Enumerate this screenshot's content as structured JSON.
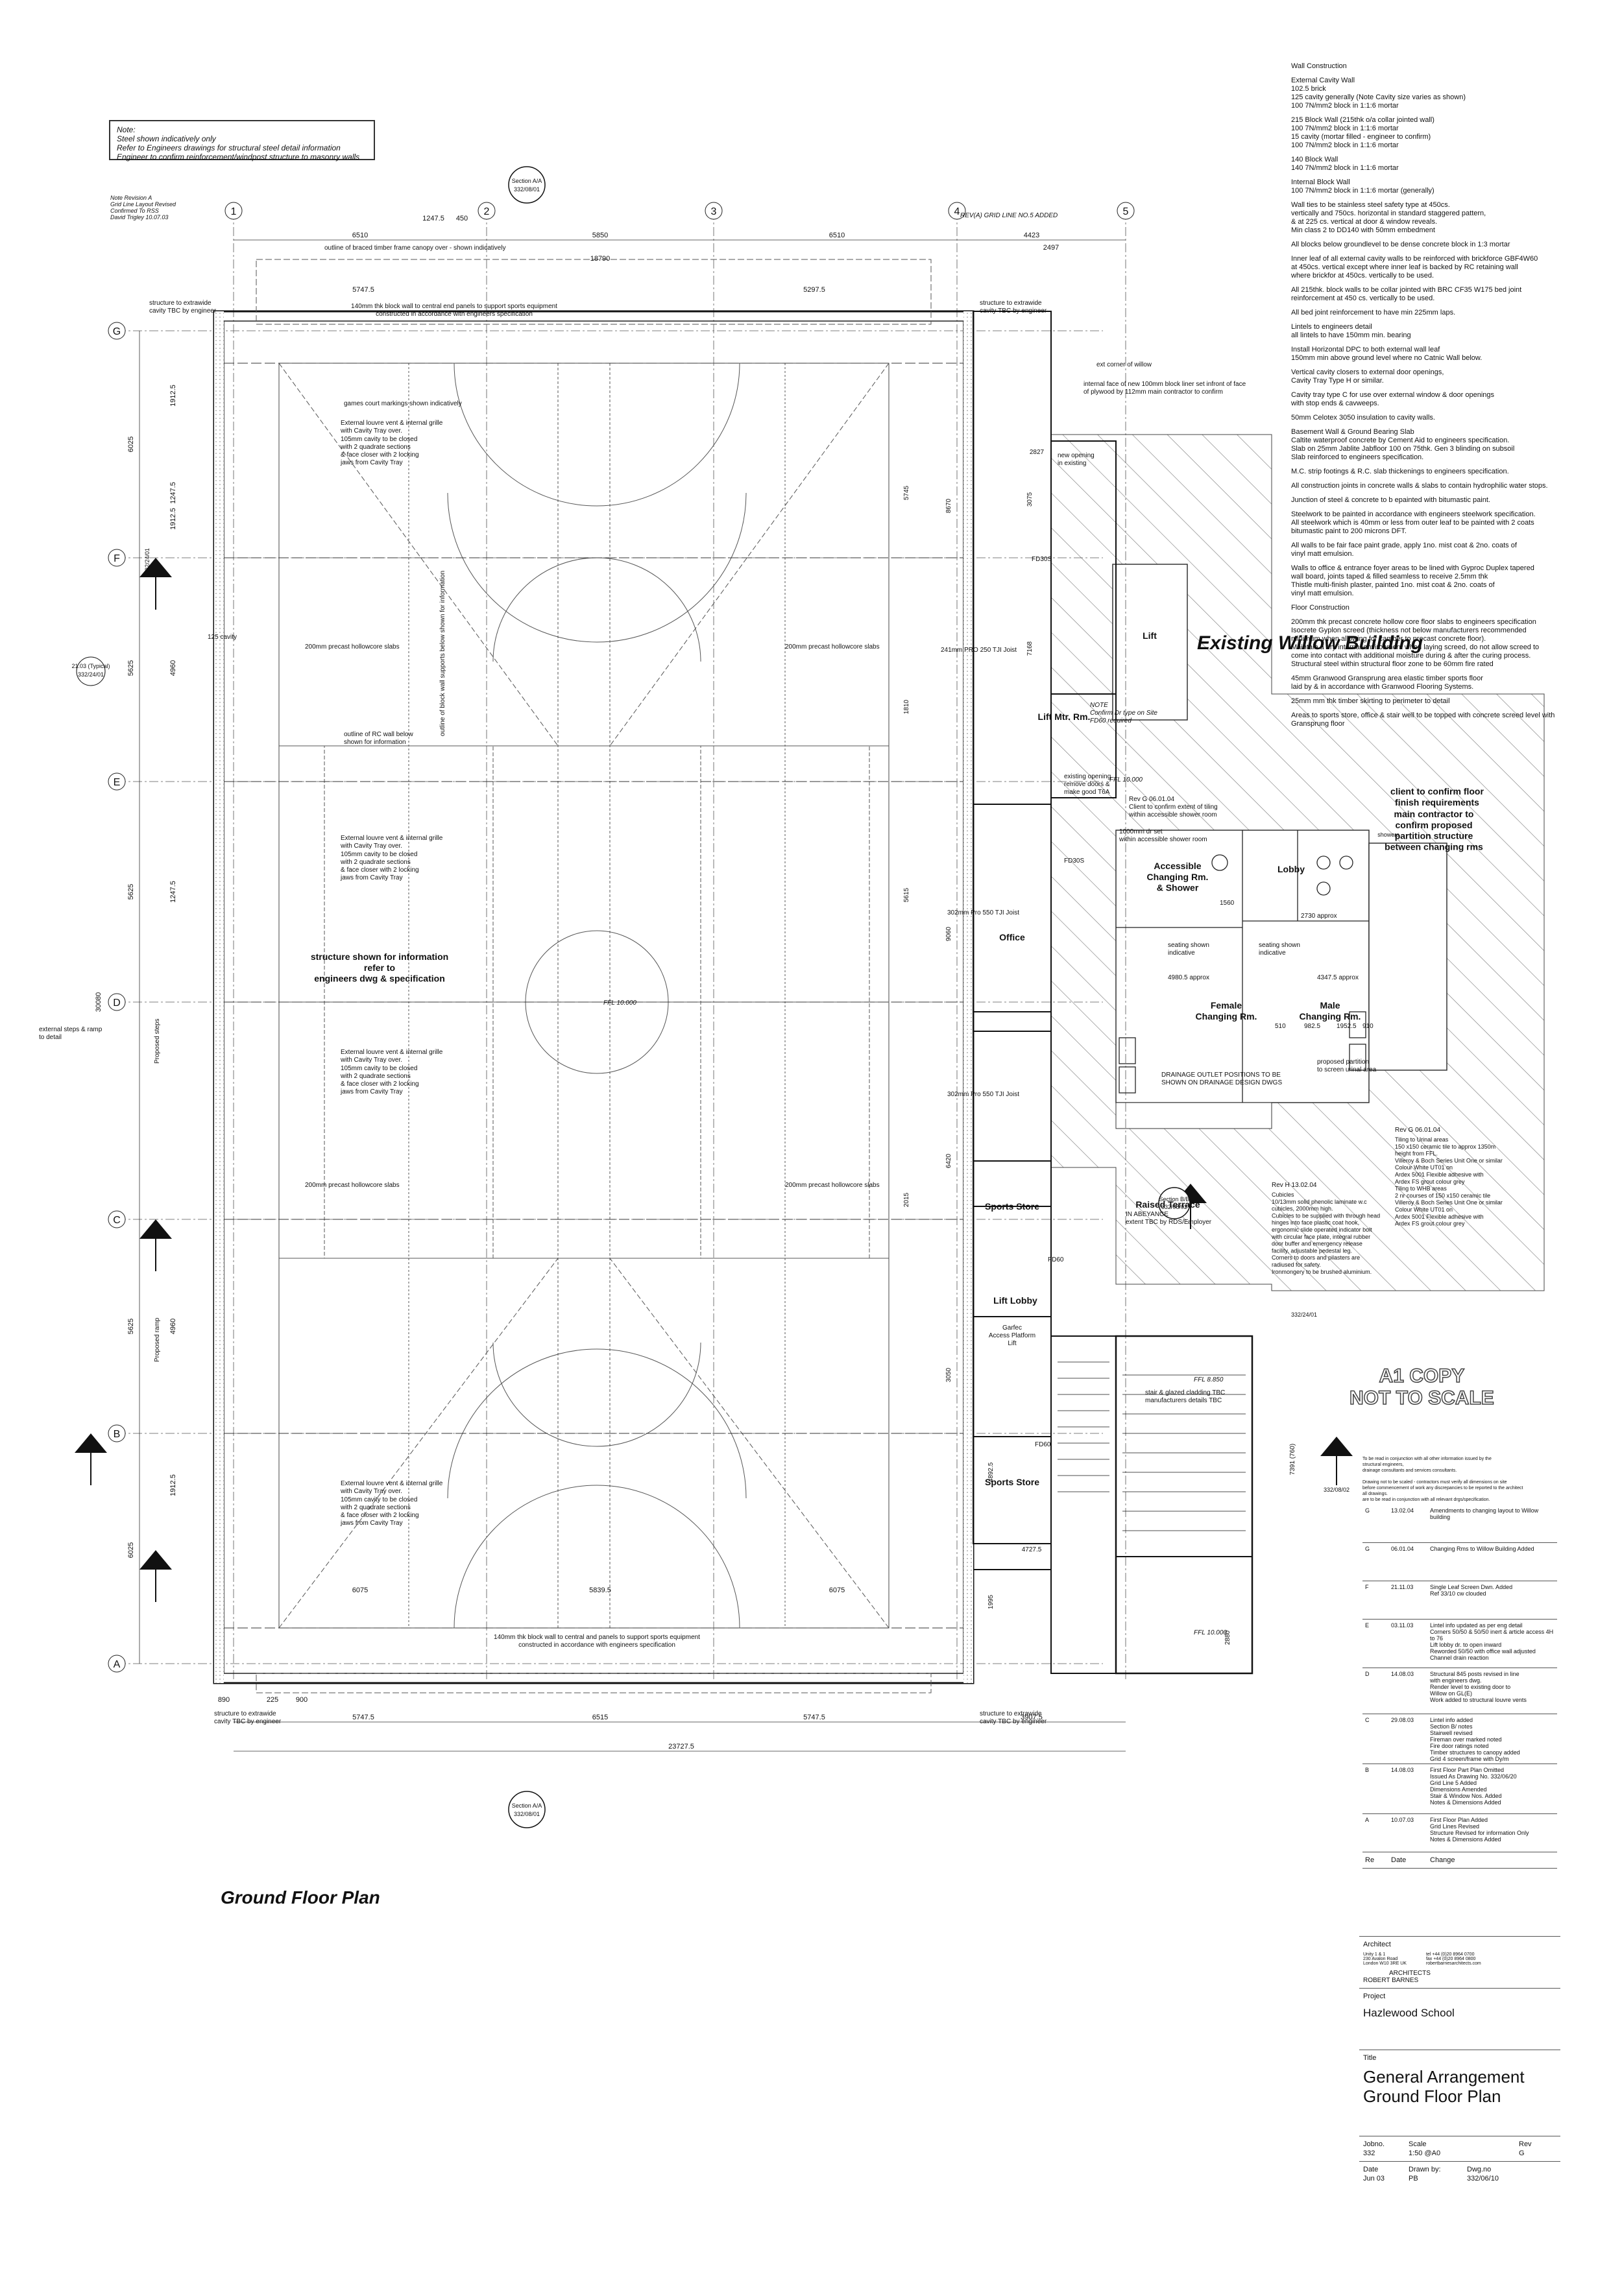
{
  "note": {
    "line1": "Note:",
    "line2": "Steel shown indicatively only",
    "line3": "Refer to Engineers drawings for structural steel detail information",
    "line4": "Engineer to confirm reinforcement/windpost structure to masonry walls"
  },
  "revision_note": [
    "Note Revision A",
    "Grid Line Layout Revised",
    "Confirmed To RSS",
    "David Trigley 10.07.03"
  ],
  "grid_columns": [
    "1",
    "2",
    "3",
    "4",
    "5"
  ],
  "grid_rows": [
    "G",
    "F",
    "E",
    "D",
    "C",
    "B",
    "A"
  ],
  "dims_top": [
    "6510",
    "5850",
    "6510",
    "4423",
    "18790",
    "2497",
    "1247.5",
    "450",
    "5747.5",
    "5297.5"
  ],
  "dims_bottom": [
    "6075",
    "5839.5",
    "6075",
    "5747.5",
    "6515",
    "5747.5",
    "3907.5",
    "23727.5",
    "890",
    "225",
    "900"
  ],
  "dims_left": [
    "6025",
    "1912.5",
    "1247.5",
    "1912.5",
    "5625",
    "4960",
    "5625",
    "1247.5",
    "30080",
    "5625",
    "4960",
    "1912.5",
    "6025"
  ],
  "section_refs": {
    "top": "Section A/A",
    "top_ref": "332/08/01",
    "bottom": "Section A/A",
    "bottom_ref": "332/08/01",
    "left": "332/24/01",
    "left_detail": "21.03 (Typical)",
    "left_detail_ref": "332/24/01",
    "right_b": "332/08/02",
    "section_bb": "Section B/B",
    "section_bb_ref": "332/08/02",
    "right_ref": "332/24/01"
  },
  "rev_grid_note": "REV(A) GRID LINE NO.5 ADDED",
  "plan_labels": {
    "canopy": "outline of braced timber frame canopy over - shown indicatively",
    "block_wall_top": "140mm thk block wall to central end panels to support sports equipment\nconstructed in accordance with engineers specification",
    "block_wall_bottom": "140mm thk block wall to central and panels to support sports equipment\nconstructed in accordance with engineers specification",
    "games_court": "games court markings shown indicatively",
    "louvre_1": "External louvre vent & internal grille\nwith Cavity Tray over.",
    "cavity_close": "105mm cavity to be closed\nwith 2 quadrate sections\n& face closer with 2 locking\njaws from Cavity Tray",
    "hollowcore_l1": "200mm precast hollowcore slabs",
    "hollowcore_r1": "200mm precast hollowcore slabs",
    "hollowcore_l2": "200mm precast hollowcore slabs",
    "hollowcore_r2": "200mm precast hollowcore slabs",
    "rc_wall": "outline of RC wall below\nshown for information",
    "block_wall_supports": "outline of block wall supports below\nshown for information",
    "structure_info": "structure shown for information\nrefer to\nengineers dwg & specification",
    "ffl_main": "FFL 10.000",
    "ext_steps": "external steps & ramp\nto detail",
    "proposed_steps": "Proposed steps",
    "proposed_ramp": "Proposed ramp",
    "cavity_125": "125 cavity",
    "structure_extrawide_tl": "structure to extrawide\ncavity TBC by engineer",
    "structure_extrawide_tr": "structure to extrawide\ncavity TBC by engineer",
    "structure_extrawide_bl": "structure to extrawide\ncavity TBC by engineer",
    "structure_extrawide_br": "structure to extrawide\ncavity TBC by engineer",
    "pro250": "241mm PRO 250 TJI Joist",
    "pro550_office": "302mm Pro 550 TJI Joist",
    "pro550_store": "302mm Pro 550 TJI Joist",
    "lift": "Lift",
    "lift_mtr": "Lift Mtr. Rm.",
    "lift_mtr_note": "NOTE\nConfirm Dr type on Site\nFD60 required",
    "existing_opening": "existing opening\nremove doors &\nmake good  T6A",
    "willow_corner": "ext corner of willow",
    "willow_face": "internal face of new 100mm block liner set infront of face\nof plywood by 112mm main contractor to confirm",
    "new_opening": "new opening\nin existing",
    "ffl_10": "FFL 10.000",
    "accessible": "Accessible\nChanging Rm.\n& Shower",
    "lobby": "Lobby",
    "showers": "showers",
    "seating_1": "seating shown\nindicative",
    "seating_2": "seating shown\nindicative",
    "female": "Female\nChanging Rm.",
    "male": "Male\nChanging Rm.",
    "office": "Office",
    "sports_store_1": "Sports Store",
    "sports_store_2": "Sports Store",
    "drainage": "DRAINAGE OUTLET POSITIONS TO BE\nSHOWN ON DRAINAGE DESIGN DWGS",
    "raised_terrace": "Raised Terrace",
    "raised_terrace_note": "IN ABEYANCE\nextent TBC by RDS/Employer",
    "client_confirm": "client to confirm floor\nfinish requirements",
    "main_contractor": "main contractor to\nconfirm proposed\npartition structure\nbetween changing rms",
    "cubicles": "Cubicles\n10/13mm solid phenolic laminate w.c\ncubicles, 2000mm high.\nCubicles to be supplied with through head\nhinges into face plastic coat hook,\nergonomic slide operated indicator bolt\nwith circular face plate, integral rubber\ndoor buffer and emergency release\nfacility, adjustable pedestal leg.\nCorners to doors and pilasters are\nradiused for safety.\nIronmongery to be brushed aluminium.",
    "rev_h": "Rev H 13.02.04",
    "rev_g1": "Rev G 06.01.04\nClient to confirm extent of tiling\nwithin accessible shower room",
    "rev_g2": "Rev G 06.01.04",
    "tiling": "Tiling to Urinal areas\n150 x150 ceramic tile to approx 1350m\nheight from FFL.\nVilleroy & Boch Series Unit One or similar\nColour White UT01 on\nArdex 5001 Flexible adhesive with\nArdex FS grout colour grey\n\nTiling to WHB areas\n2 nr courses of 150 x150 ceramic tile\nVilleroy & Boch Series Unit One or similar\nColour White UT01 on\nArdex 5001 Flexible adhesive with\nArdex FS grout colour grey",
    "garfec": "Garfec\nAccess Platform\nLift",
    "lift_lobby": "Lift Lobby",
    "stair": "stair & glazed cladding TBC\nmanufacturers details TBC",
    "ffl_8850": "FFL 8.850",
    "ffl_10b": "FFL 10.000",
    "dim_4727": "4727.5",
    "dim_2730": "2730 approx",
    "dim_4980": "4980.5 approx",
    "dim_4347": "4347.5 approx",
    "dim_1952": "1952.5",
    "dim_1560": "1560",
    "dim_910": "910",
    "dim_510": "510",
    "dim_982": "982.5",
    "proposed_urinal": "proposed partition\nto screen urinal area",
    "existing_dr": "1000mm dr set\nwithin accessible shower room",
    "door_fd30_1": "FD30S",
    "door_fd30_2": "FD30S",
    "door_fd60_1": "FD60",
    "door_fd60_2": "FD60",
    "dim_3075": "3075",
    "dim_2827": "2827",
    "dim_8670": "8670",
    "dim_7168": "7168",
    "dim_9060": "9060",
    "dim_6420": "6420",
    "dim_3050": "3050",
    "dim_4892": "4892.5",
    "dim_5745": "5745",
    "dim_5615": "5615",
    "dim_1810": "1810",
    "dim_2015": "2015",
    "dim_1995": "1995",
    "dim_2880": "2880",
    "dim_7391": "7391 (760)"
  },
  "willow_building": "Existing Willow Building",
  "a1_copy": [
    "A1 COPY",
    "NOT TO SCALE"
  ],
  "plan_title": "Ground Floor Plan",
  "spec": [
    "Wall Construction",
    "External Cavity Wall\n102.5 brick\n125 cavity generally (Note Cavity size varies as shown)\n100 7N/mm2 block in 1:1:6 mortar",
    "215 Block Wall (215thk o/a collar jointed wall)\n100 7N/mm2 block in 1:1:6 mortar\n15 cavity (mortar filled -  engineer to confirm)\n100 7N/mm2 block in 1:1:6 mortar",
    "140 Block Wall\n140 7N/mm2 block in 1:1:6 mortar",
    "Internal Block Wall\n100 7N/mm2 block in 1:1:6 mortar (generally)",
    "Wall ties to be stainless steel safety type at 450cs.\nvertically and 750cs. horizontal in standard staggered pattern,\n& at 225 cs. vertical at door & window reveals.\nMin class 2 to DD140 with 50mm embedment",
    "All blocks below groundlevel to be dense concrete block in 1:3 mortar",
    "Inner leaf of all external cavity walls to be reinforced with brickforce GBF4W60\nat 450cs. vertical except where inner leaf is backed by RC retaining wall\nwhere brickfor at 450cs. vertically to be used.",
    "All 215thk. block walls to be collar jointed with BRC CF35 W175 bed joint\nreinforcement at 450 cs. vertically to be used.",
    "All bed joint reinforcement to have min 225mm laps.",
    "Lintels to engineers detail\nall lintels to have 150mm min. bearing",
    "Install Horizontal DPC to both external wall leaf\n150mm min above ground level where no Catnic Wall below.",
    "Vertical cavity closers to external door openings,\nCavity Tray Type H or similar.",
    "Cavity tray type C for use over external window & door openings\nwith stop ends & cavweeps.",
    "50mm Celotex 3050 insulation to cavity walls.",
    "Basement Wall & Ground Bearing Slab\nCaltite waterproof concrete by Cement Aid to engineers specification.\nSlab on 25mm Jablite Jabfloor 100 on 75thk. Gen 3 blinding on subsoil\nSlab reinforced to engineers specification.",
    "M.C. strip footings & R.C. slab thickenings  to engineers specification.",
    "All construction joints in concrete walls & slabs to  contain hydrophilic water stops.",
    "Junction of steel & concrete to b epainted with bitumastic paint.",
    "Steelwork to be painted in accordance with engineers steelwork specification.\nAll steelwork which is 40mm or less from outer leaf to be painted with 2 coats\nbitumastic paint to 200 microns DFT.",
    "All walls to be fair face paint grade, apply 1no. mist coat & 2no. coats of\nvinyl matt emulsion.",
    "Walls to office & entrance foyer areas to be lined with Gyproc Duplex tapered\nwall board, joints taped & filled seamless  to receive 2.5mm thk\nThistle multi-finish plaster, painted 1no. mist coat & 2no. coats of\nvinyl matt emulsion.",
    "Floor Construction",
    "200mm thk precast concrete hollow core floor slabs to engineers specification\nIsocrete Gyplon screed (thickness not below manufacturers recommended\nminimum when allowing for camber to precast concrete floor).\nMaintain a dry internal environment when laying screed, do not allow screed to\ncome into contact with additional moisture during & after the curing process.\nStructural steel within structural floor zone to be 60mm fire rated",
    "45mm Granwood Gransprung area elastic timber sports floor\nlaid by & in accordance with Granwood Flooring Systems.",
    "25mm mm thk timber skirting to perimeter to detail",
    "Areas to sports store, office & stair well to be topped with concrete screed level with\nGransprung floor"
  ],
  "tiny_note": "To be read in conjunction with all other information issued by the\nstructural engineers,\ndrainage consultants and services consultants.\n\nDrawing not to be scaled - contractors must verify all dimensions on site\nbefore commencement of work any discrepancies to be reported to the architect\nall drawings.\nare to be read in conjunction with all relevant drgs/specification.",
  "revisions": [
    {
      "rev": "G",
      "date": "13.02.04",
      "change": "Amendments to changing layout to Willow\nbuilding"
    },
    {
      "rev": "G",
      "date": "06.01.04",
      "change": "Changing Rms to Willow Building Added"
    },
    {
      "rev": "F",
      "date": "21.11.03",
      "change": "Single Leaf Screen Dwn. Added\nRef 33/10 cw clouded"
    },
    {
      "rev": "E",
      "date": "03.11.03",
      "change": "Lintel info updated as per eng detail\nCorners 50/50 & 50/50 inert & article access 4H\nto 76\nLift lobby dr. to open inward\nReworded 50/50 with office wall adjusted\nChannel drain reaction"
    },
    {
      "rev": "D",
      "date": "14.08.03",
      "change": "Structural 845 posts revised in line\nwith engineers dwg.\nRender level to existing door to\nWillow on GL(E)\nWork added to structural louvre vents"
    },
    {
      "rev": "C",
      "date": "29.08.03",
      "change": "Lintel info added\nSection B/ notes\nStairwell revised\nFireman over marked noted\nFire door ratings noted\nTimber structures to canopy added\nGrid 4 screen/frame  with Dy/m"
    },
    {
      "rev": "B",
      "date": "14.08.03",
      "change": "First Floor Part Plan Omitted\nIssued As Drawing No. 332/06/20\nGrid Line 5 Added\nDimensions Amended\nStair & Window Nos. Added\nNotes & Dimensions Added"
    },
    {
      "rev": "A",
      "date": "10.07.03",
      "change": "First Floor Plan Added\nGrid Lines Revised\nStructure Revised for information Only\nNotes & Dimensions Added"
    }
  ],
  "rev_header": {
    "re": "Re",
    "date": "Date",
    "change": "Change"
  },
  "titleblock": {
    "architect_label": "Architect",
    "address": "Unity 1 & 1\n230 Avalon Road\nLondon  W10 3RE   UK",
    "contact": "tel +44 (0)20 8964 0700\nfax +44 (0)20 8964 0800\nrobertbarnesarchitects.com",
    "firm_1": "ARCHITECTS",
    "firm_2": "ROBERT BARNES",
    "project_label": "Project",
    "project": "Hazlewood School",
    "title_label": "Title",
    "title_1": "General Arrangement",
    "title_2": "Ground Floor Plan",
    "jobno_label": "Jobno.",
    "jobno": "332",
    "scale_label": "Scale",
    "scale": "1:50 @A0",
    "rev_label": "Rev",
    "rev": "G",
    "date_label": "Date",
    "date": "Jun 03",
    "drawn_label": "Drawn by:",
    "drawn": "PB",
    "dwg_label": "Dwg.no",
    "dwg": "332/06/10"
  }
}
